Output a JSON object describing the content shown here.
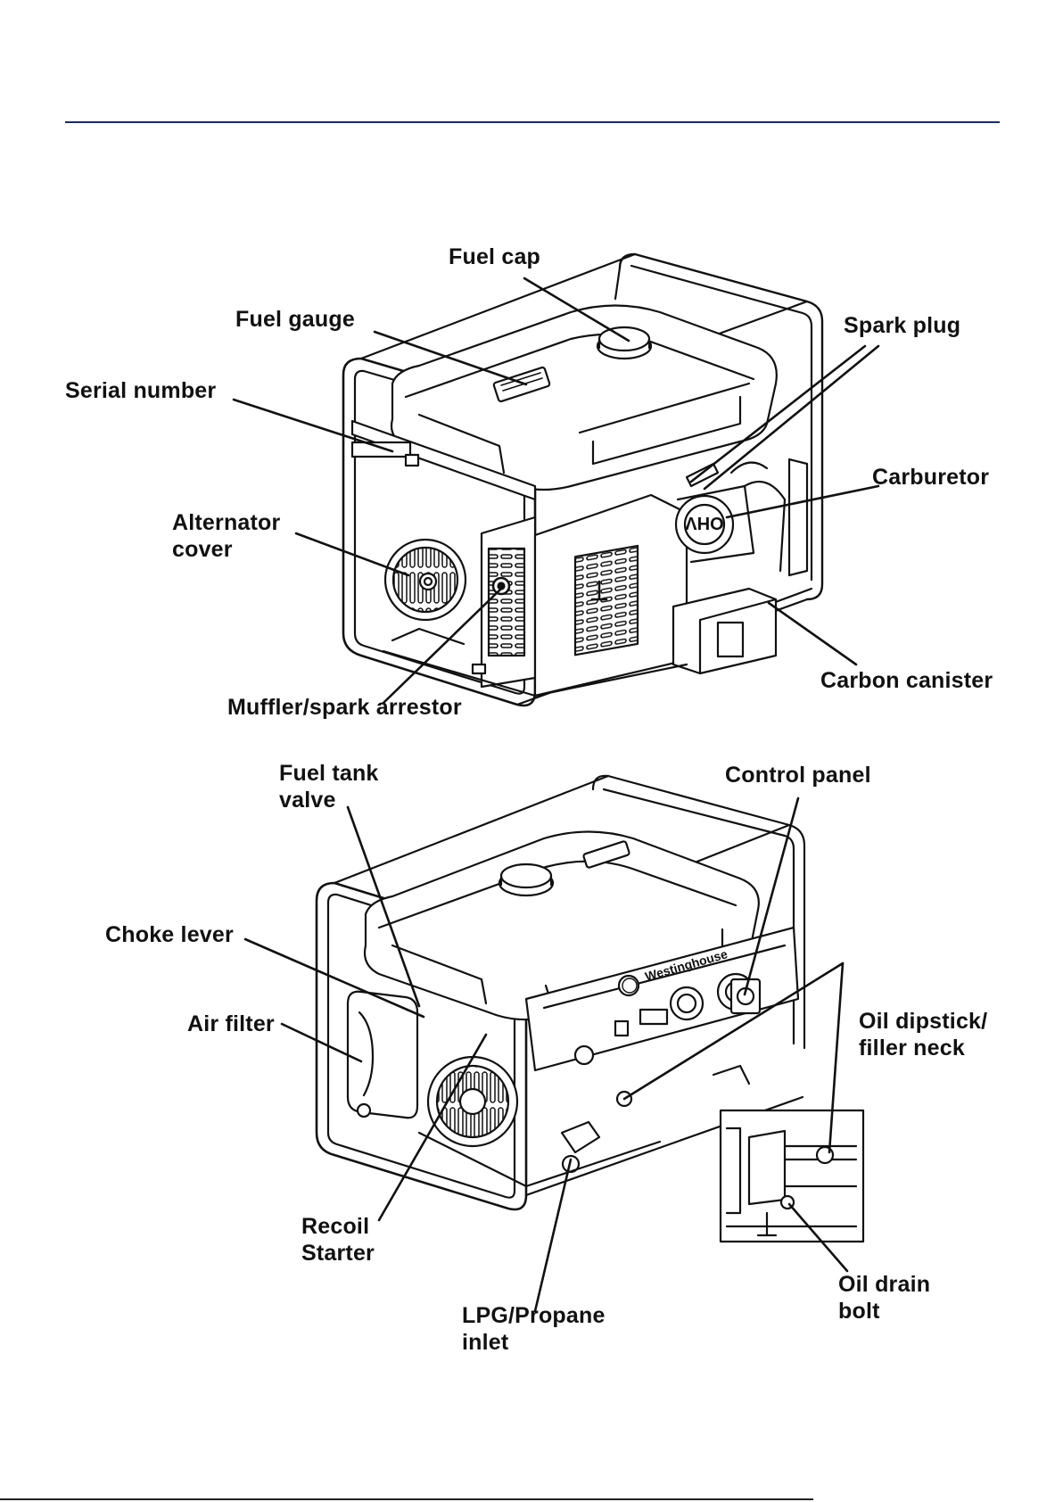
{
  "figure_top": {
    "labels": {
      "fuel_cap": "Fuel cap",
      "fuel_gauge": "Fuel gauge",
      "serial_number": "Serial number",
      "spark_plug": "Spark plug",
      "carburetor": "Carburetor",
      "alternator_cover": "Alternator\ncover",
      "muffler": "Muffler/spark arrestor",
      "carbon_canister": "Carbon canister"
    },
    "engine_badge": "OHV"
  },
  "figure_bottom": {
    "labels": {
      "fuel_tank_valve": "Fuel tank\nvalve",
      "control_panel": "Control panel",
      "choke_lever": "Choke lever",
      "air_filter": "Air filter",
      "oil_dipstick": "Oil dipstick/\nfiller neck",
      "recoil_starter": "Recoil\nStarter",
      "lpg_inlet": "LPG/Propane\ninlet",
      "oil_drain_bolt": "Oil drain\nbolt"
    },
    "brand_logo": "Westinghouse"
  }
}
